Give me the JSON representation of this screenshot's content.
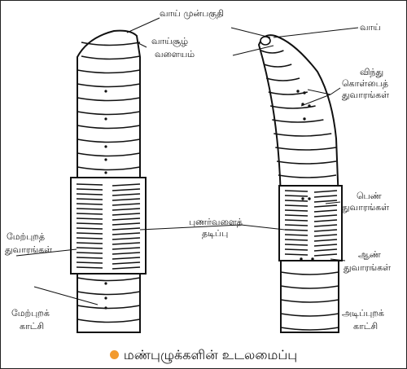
{
  "labels": {
    "prostomium": "வாய் முன்பகுதி",
    "peristomium_1": "வாய்சூழ்",
    "peristomium_2": "வளையம்",
    "mouth": "வாய்",
    "spermathecal_1": "விந்து",
    "spermathecal_2": "கொள்பைத்",
    "spermathecal_3": "துவாரங்கள்",
    "clitellum_1": "புணர்வளைத்",
    "clitellum_2": "தடிப்பு",
    "female_1": "பெண்",
    "female_2": "துவாரங்கள்",
    "dorsal_pores_1": "மேற்புறத்",
    "dorsal_pores_2": "துவாரங்கள்",
    "male_1": "ஆண்",
    "male_2": "துவாரங்கள்",
    "dorsal_view_1": "மேற்புறக்",
    "dorsal_view_2": "காட்சி",
    "ventral_view_1": "அடிப்புறக்",
    "ventral_view_2": "காட்சி"
  },
  "caption": "மண்புழுக்களின் உடலமைப்பு",
  "colors": {
    "bullet": "#f29a2e",
    "ink": "#111111"
  }
}
